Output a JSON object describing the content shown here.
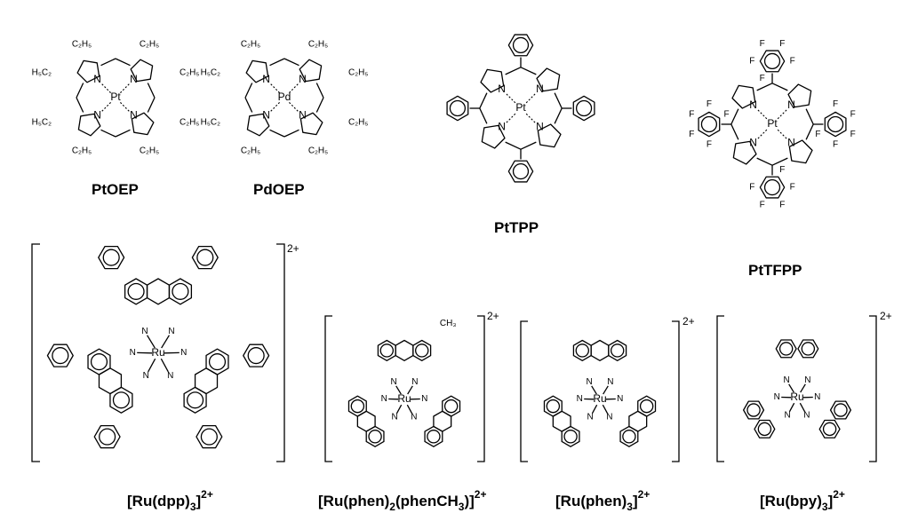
{
  "labels": {
    "ptoep": "PtOEP",
    "pdoep": "PdOEP",
    "pttpp": "PtTPP",
    "pttfpp": "PtTFPP",
    "ru_dpp": {
      "main": "[Ru(dpp)",
      "sub": "3",
      "close": "]",
      "sup": "2+"
    },
    "ru_phen2_phench3": {
      "main": "[Ru(phen)",
      "sub1": "2",
      "mid": "(phenCH",
      "sub2": "3",
      "close": ")]",
      "sup": "2+"
    },
    "ru_phen3": {
      "main": "[Ru(phen)",
      "sub": "3",
      "close": "]",
      "sup": "2+"
    },
    "ru_bpy3": {
      "main": "[Ru(bpy)",
      "sub": "3",
      "close": "]",
      "sup": "2+"
    }
  },
  "charges": {
    "dpp": "2+",
    "phen2ch3": "2+",
    "phen3": "2+",
    "bpy3": "2+"
  },
  "atoms": {
    "pt": "Pt",
    "pd": "Pd",
    "ru": "Ru",
    "n": "N",
    "f": "F",
    "ethyl": "C₂H₅",
    "ethyl_left": "H₅C₂",
    "methyl": "CH₃"
  }
}
